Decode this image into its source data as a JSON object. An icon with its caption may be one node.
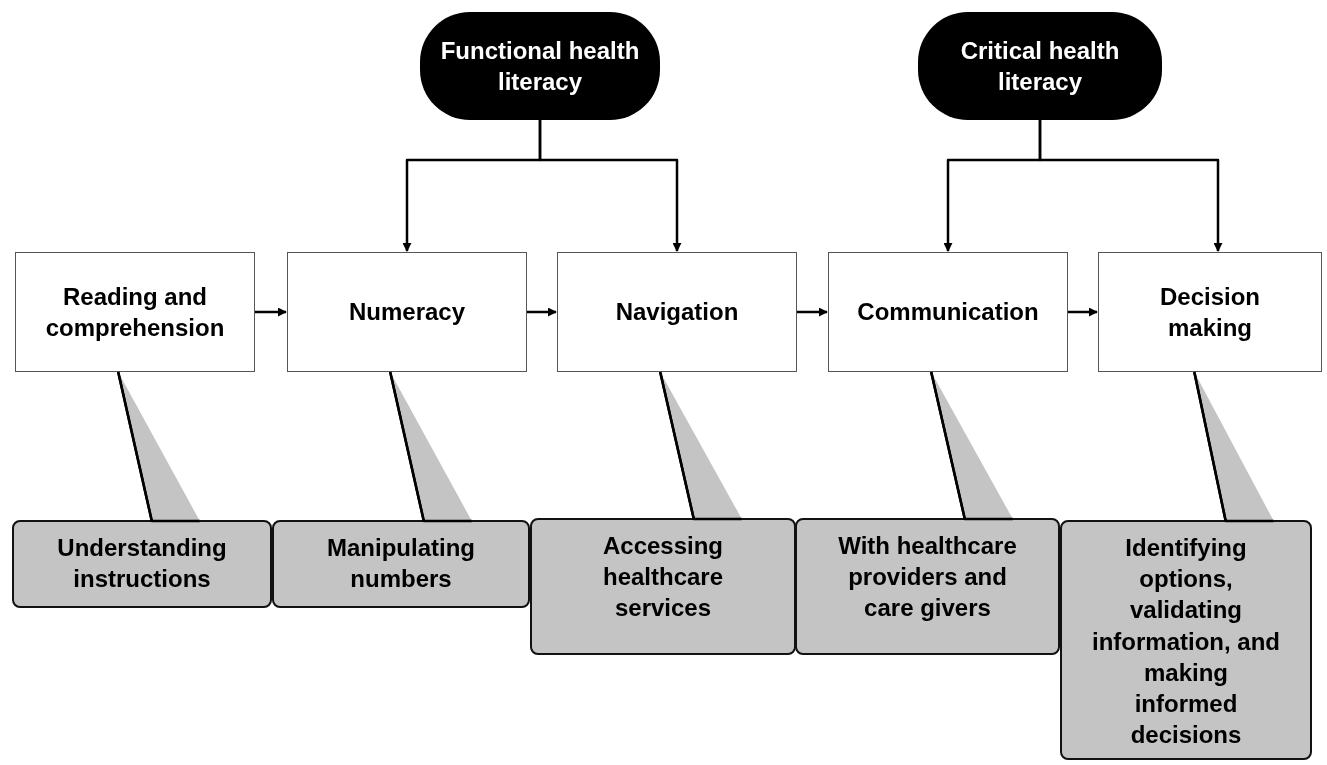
{
  "diagram": {
    "nodes": [
      {
        "text": [
          "Functional health literacy"
        ]
      },
      {
        "text": [
          "Critical health literacy"
        ]
      },
      {
        "text": [
          "Reading and comprehension"
        ]
      },
      {
        "text": [
          "Numeracy"
        ]
      },
      {
        "text": [
          "Navigation"
        ]
      },
      {
        "text": [
          "Communication"
        ]
      },
      {
        "text": [
          "Decision making"
        ]
      },
      {
        "text": [
          "Understanding instructions"
        ]
      },
      {
        "text": [
          "Manipulating numbers"
        ]
      },
      {
        "text": [
          "Accessing healthcare services"
        ]
      },
      {
        "text": [
          "With healthcare providers and care givers"
        ]
      },
      {
        "text": [
          "Identifying options, validating information, and making informed decisions"
        ]
      }
    ],
    "edges": [
      {
        "from": 0,
        "to": 3,
        "arrow": "to"
      },
      {
        "from": 0,
        "to": 4,
        "arrow": "to"
      },
      {
        "from": 1,
        "to": 5,
        "arrow": "to"
      },
      {
        "from": 1,
        "to": 6,
        "arrow": "to"
      },
      {
        "from": 2,
        "to": 3,
        "arrow": "to"
      },
      {
        "from": 3,
        "to": 4,
        "arrow": "to"
      },
      {
        "from": 4,
        "to": 5,
        "arrow": "to"
      },
      {
        "from": 5,
        "to": 6,
        "arrow": "to"
      },
      {
        "from": 7,
        "to": 2,
        "arrow": "none"
      },
      {
        "from": 8,
        "to": 3,
        "arrow": "none"
      },
      {
        "from": 9,
        "to": 4,
        "arrow": "none"
      },
      {
        "from": 10,
        "to": 5,
        "arrow": "none"
      },
      {
        "from": 11,
        "to": 6,
        "arrow": "none"
      }
    ]
  }
}
